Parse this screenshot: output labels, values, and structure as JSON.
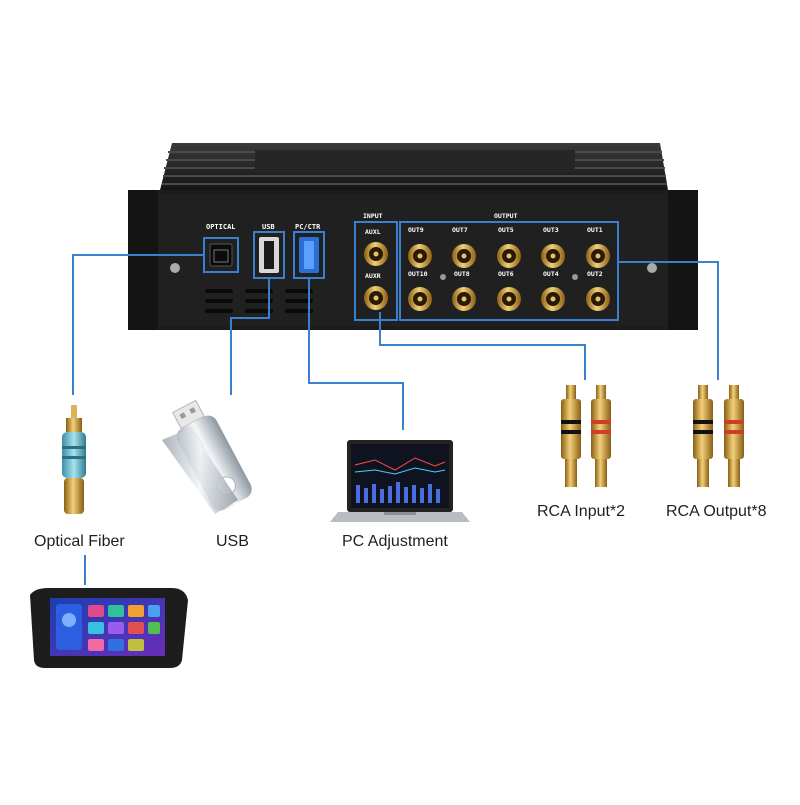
{
  "panel": {
    "optical_label": "OPTICAL",
    "usb_label": "USB",
    "pc_label": "PC/CTR",
    "input_header": "INPUT",
    "output_header": "OUTPUT",
    "aux_l": "AUXL",
    "aux_r": "AUXR",
    "outputs_top": [
      "OUT9",
      "OUT7",
      "OUT5",
      "OUT3",
      "OUT1"
    ],
    "outputs_bottom": [
      "OUT10",
      "OUT8",
      "OUT6",
      "OUT4",
      "OUT2"
    ]
  },
  "captions": {
    "optical": "Optical Fiber",
    "usb": "USB",
    "pc": "PC Adjustment",
    "rca_in": "RCA Input*2",
    "rca_out": "RCA Output*8"
  },
  "colors": {
    "connector_line": "#3a7fd0",
    "chassis": "#1b1b1b",
    "gold": "#c8962e"
  }
}
